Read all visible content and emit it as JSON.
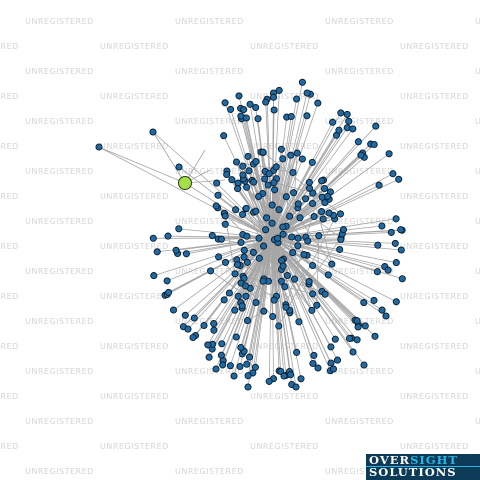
{
  "watermark": {
    "text": "UNREGISTERED"
  },
  "graph": {
    "node_count": 320,
    "edge_color": "#a6a6a6",
    "node_fill": "#1f6aa3",
    "node_stroke": "#0a1c2c",
    "highlight_fill": "#a4e048",
    "highlight_stroke": "#2e3a1a"
  },
  "logo": {
    "line1_a": "OVER",
    "line1_b": "SIGHT",
    "line2": "SOLUTIONS"
  }
}
